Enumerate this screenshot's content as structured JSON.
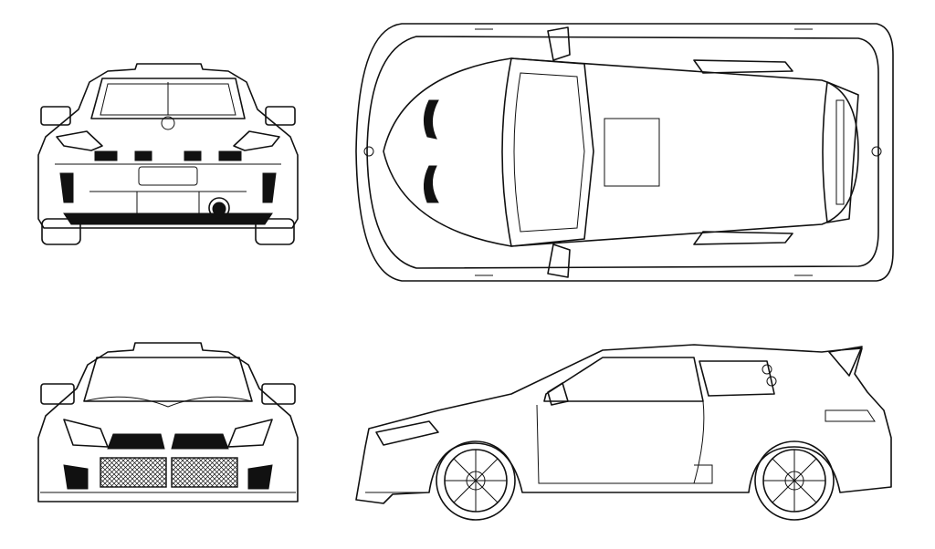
{
  "colors": {
    "stroke": "#111111",
    "background": "#ffffff"
  },
  "views": [
    "rear-view",
    "top-view",
    "front-view",
    "side-view"
  ]
}
